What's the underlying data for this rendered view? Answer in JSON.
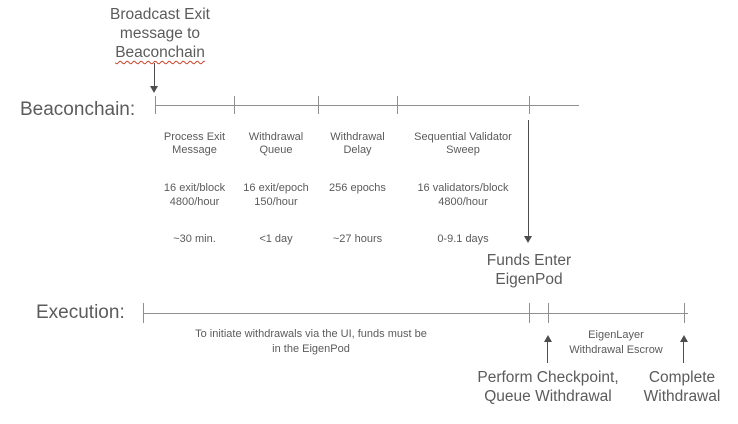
{
  "colors": {
    "text": "#5b5b5b",
    "timeline_line": "#8f8f8f",
    "arrow": "#4d4d4d",
    "spellcheck_underline": "#cc4125"
  },
  "top_note": {
    "line1": "Broadcast Exit",
    "line2": "message to",
    "line3": "Beaconchain"
  },
  "beaconchain": {
    "label": "Beaconchain:",
    "stages": [
      {
        "title": "Process Exit\nMessage",
        "stats": "16 exit/block\n4800/hour",
        "duration": "~30 min."
      },
      {
        "title": "Withdrawal\nQueue",
        "stats": "16 exit/epoch\n150/hour",
        "duration": "<1 day"
      },
      {
        "title": "Withdrawal\nDelay",
        "stats": "256 epochs",
        "duration": "~27 hours"
      },
      {
        "title": "Sequential Validator\nSweep",
        "stats": "16 validators/block\n4800/hour",
        "duration": "0-9.1 days"
      }
    ]
  },
  "funds_enter": "Funds Enter\nEigenPod",
  "execution": {
    "label": "Execution:",
    "note": "To initiate withdrawals via the UI, funds must be\nin the EigenPod",
    "escrow": "EigenLayer\nWithdrawal Escrow",
    "checkpoint": "Perform Checkpoint,\nQueue Withdrawal",
    "complete": "Complete\nWithdrawal"
  }
}
